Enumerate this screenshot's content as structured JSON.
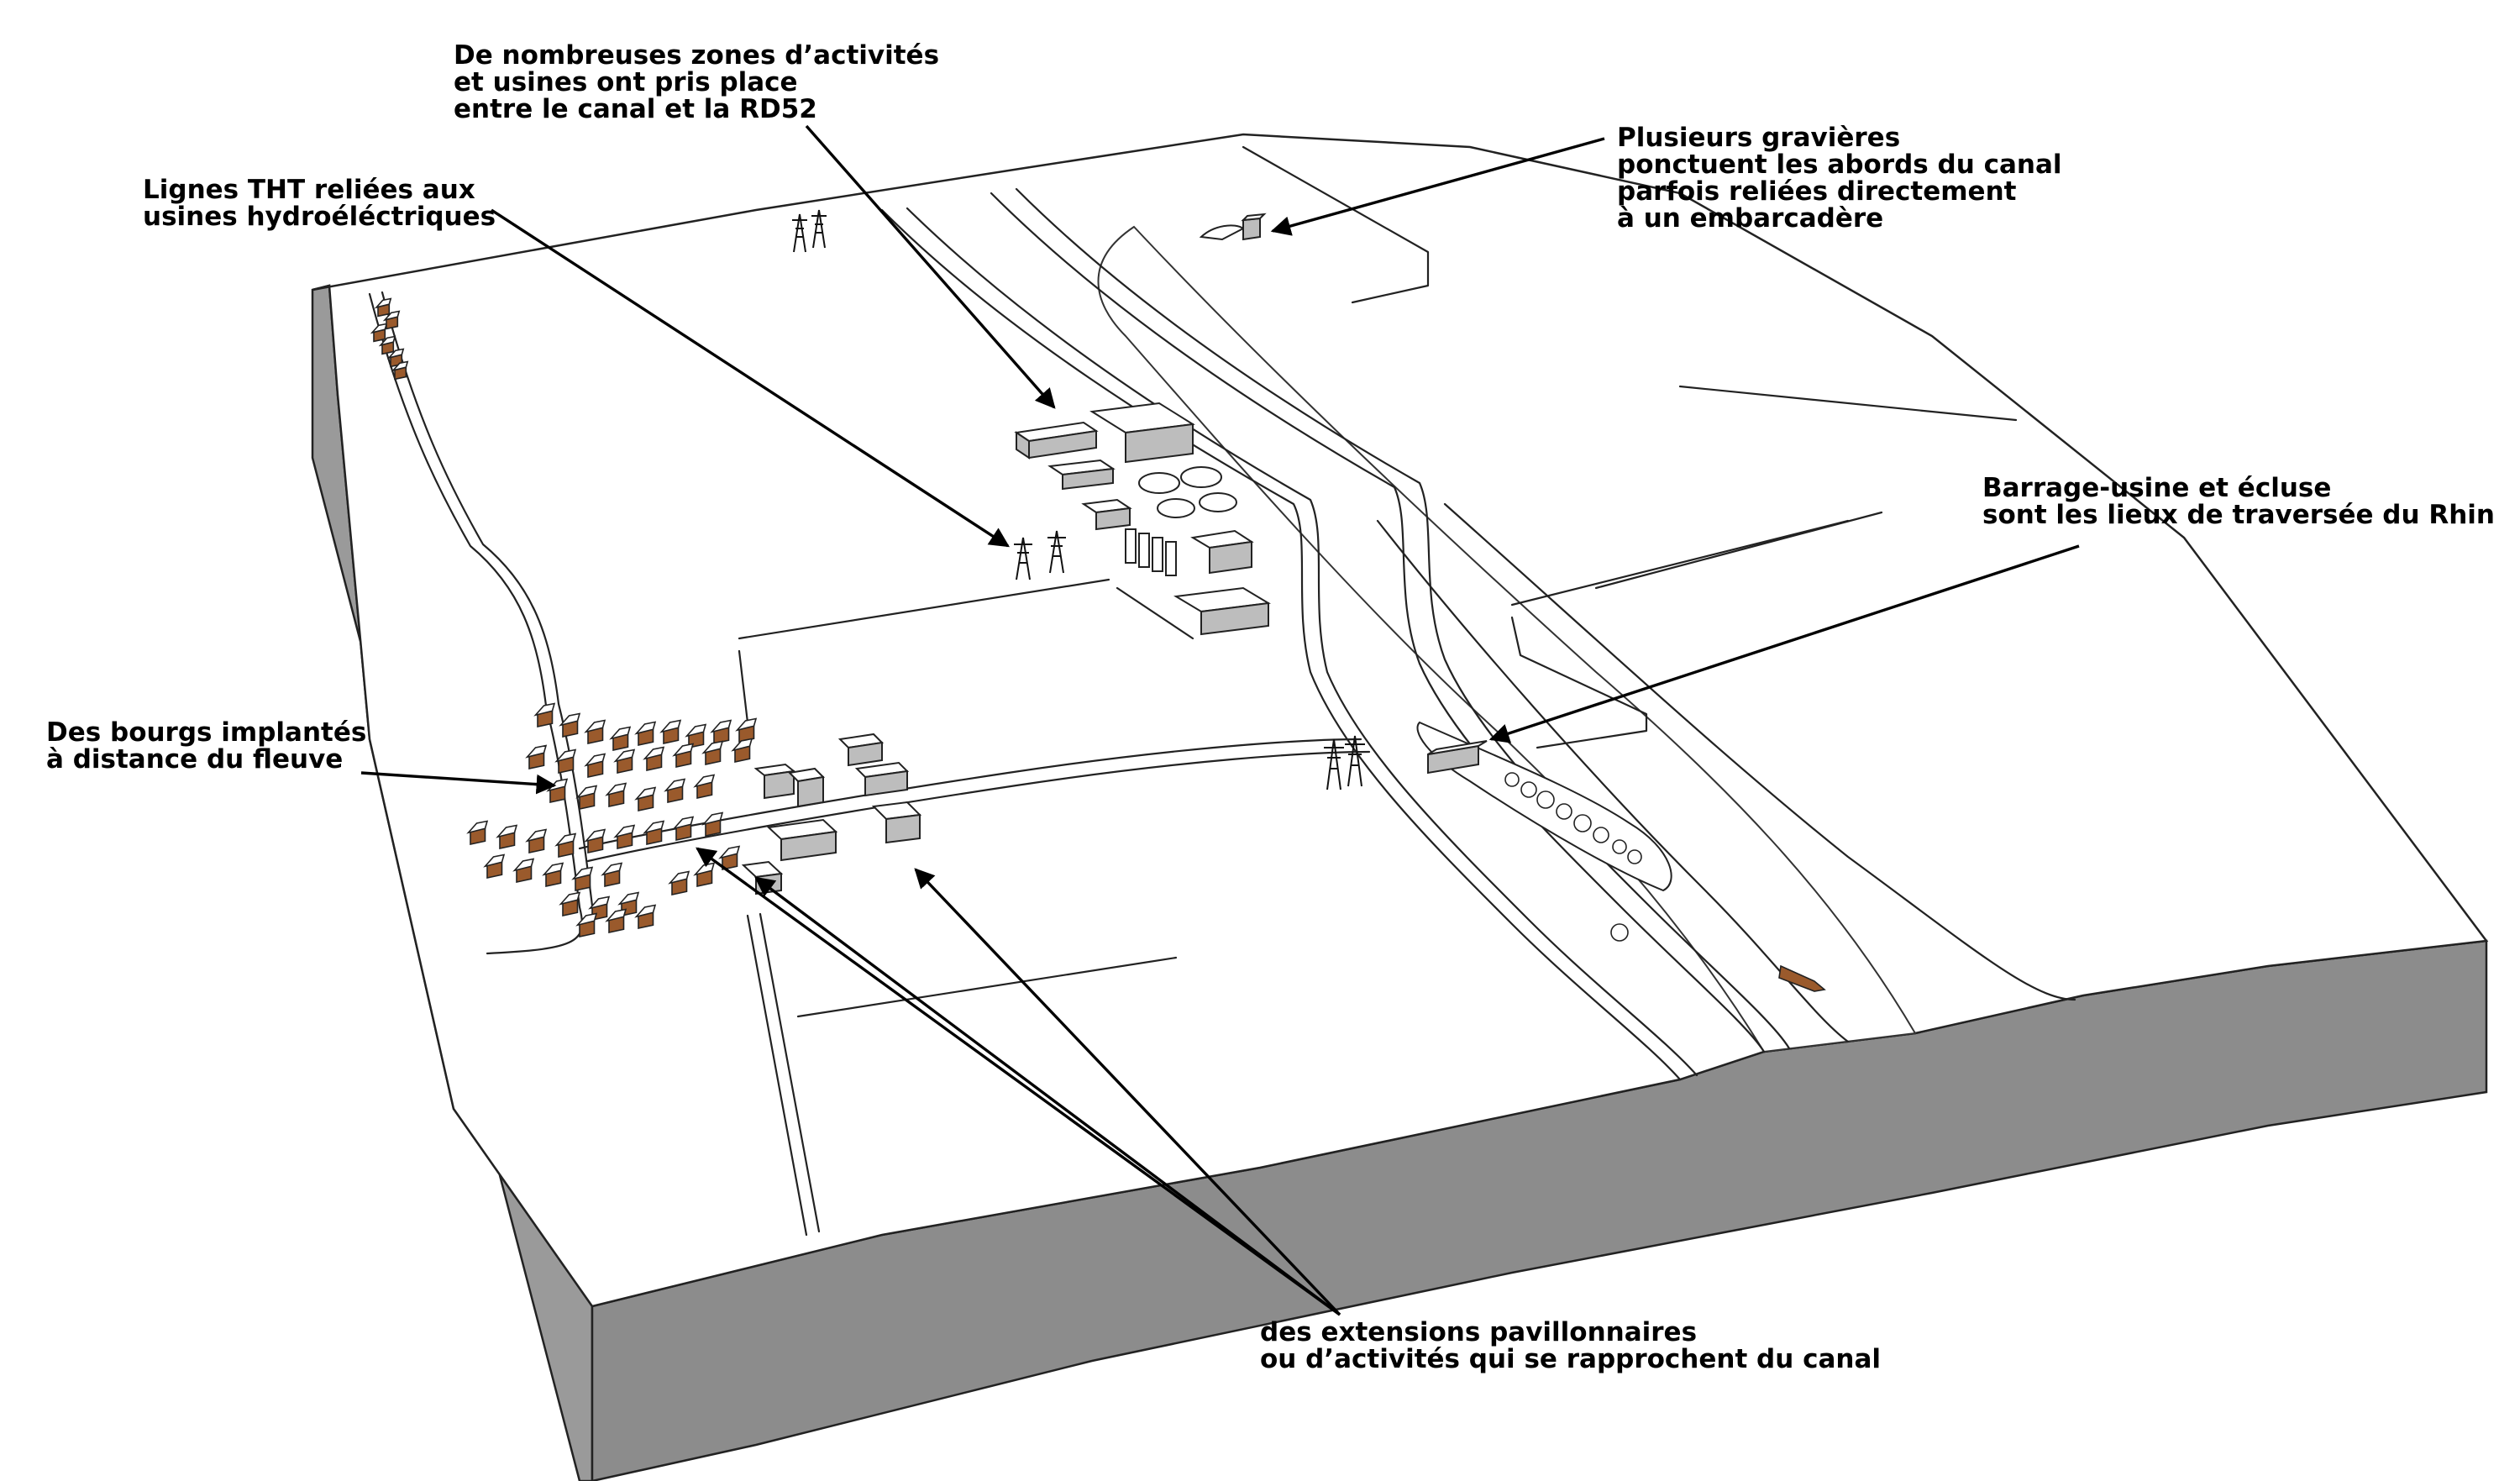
{
  "annotations": {
    "zones_activites": [
      "De nombreuses zones d’activités",
      "et usines ont pris place",
      "entre le canal et la RD52"
    ],
    "gravieres": [
      "Plusieurs gravières",
      "ponctuent les abords du canal",
      "parfois reliées directement",
      "à un embarcadère"
    ],
    "lignes_tht": [
      "Lignes THT reliées aux",
      "usines hydroéléctriques"
    ],
    "barrage": [
      "Barrage-usine et écluse",
      "sont les lieux de traversée du Rhin"
    ],
    "bourgs": [
      "Des bourgs  implantés",
      "à distance du fleuve"
    ],
    "extensions": [
      "des extensions pavillonnaires",
      "ou d’activités qui se rapprochent du canal"
    ]
  },
  "colors": {
    "block_side": "#8c8c8c",
    "block_edge": "#6f6f6f",
    "house_roof": "#9a5a2c",
    "arrow": "#000000",
    "ground": "#ffffff"
  }
}
